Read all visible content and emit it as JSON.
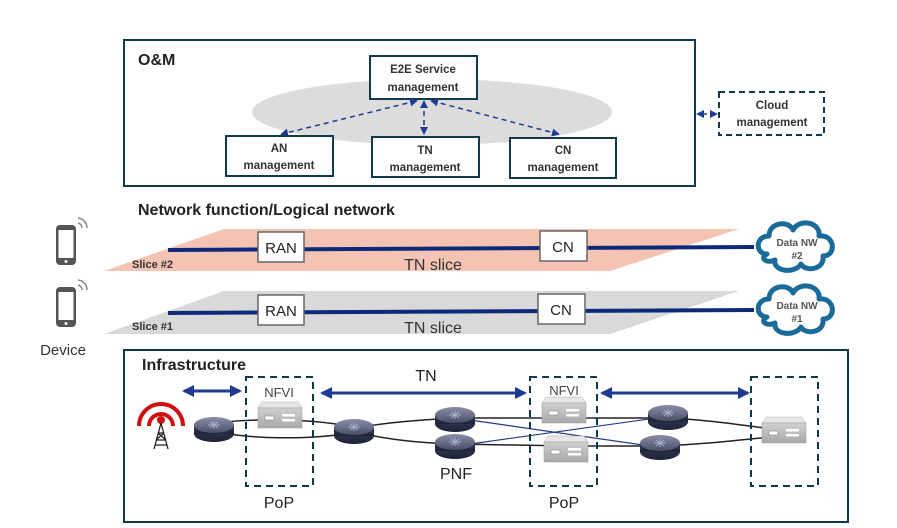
{
  "om": {
    "title": "O&M",
    "e2e": [
      "E2E Service",
      "management"
    ],
    "an": [
      "AN",
      "management"
    ],
    "tn": [
      "TN",
      "management"
    ],
    "cn": [
      "CN",
      "management"
    ],
    "cloud": [
      "Cloud",
      "management"
    ]
  },
  "logical": {
    "title": "Network function/Logical network",
    "slices": [
      {
        "label": "Slice #2",
        "ran": "RAN",
        "cn": "CN",
        "tn": "TN slice",
        "data_nw": [
          "Data NW",
          "#2"
        ],
        "color": "#f5c3b3"
      },
      {
        "label": "Slice #1",
        "ran": "RAN",
        "cn": "CN",
        "tn": "TN slice",
        "data_nw": [
          "Data NW",
          "#1"
        ],
        "color": "#d9d9d9"
      }
    ],
    "device_label": "Device"
  },
  "infra": {
    "title": "Infrastructure",
    "tn_label": "TN",
    "nfvi_left": "NFVI",
    "nfvi_mid": "NFVI",
    "pnf_label": "PNF",
    "pop_left": "PoP",
    "pop_mid": "PoP"
  },
  "colors": {
    "box_border": "#0e3a4a",
    "arrow_blue": "#1f3a93",
    "line_blue": "#0d2a7a",
    "cloud_blue": "#1a6a9a",
    "antenna_red": "#cc1111",
    "ellipse_gray": "#dcdcdc"
  }
}
